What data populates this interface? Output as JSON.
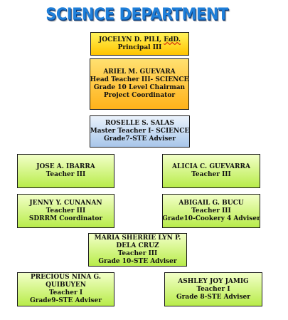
{
  "title": "SCIENCE DEPARTMENT",
  "principal": {
    "name": "JOCELYN D. PILI, ",
    "degree": "EdD.",
    "role": "Principal III"
  },
  "head": {
    "name": "ARIEL M. GUEVARA",
    "line1": "Head Teacher III- SCIENCE",
    "line2": "Grade 10 Level Chairman",
    "line3": "Project Coordinator"
  },
  "master": {
    "name": "ROSELLE S. SALAS",
    "line1": "Master Teacher I- SCIENCE",
    "line2": "Grade7-STE Adviser"
  },
  "teachers": [
    {
      "name": "JOSE A. IBARRA",
      "line1": "Teacher III",
      "line2": ""
    },
    {
      "name": "ALICIA C. GUEVARRA",
      "line1": "Teacher III",
      "line2": ""
    },
    {
      "name": "JENNY Y. CUNANAN",
      "line1": "Teacher III",
      "line2": "SDRRM Coordinator"
    },
    {
      "name": "ABIGAIL G. BUCU",
      "line1": "Teacher III",
      "line2": "Grade10-Cookery 4 Adviser"
    },
    {
      "name": "MARIA SHERRIE LYN P.",
      "name2": "DELA CRUZ",
      "line1": "Teacher III",
      "line2": "Grade 10-STE Adviser"
    },
    {
      "name": "PRECIOUS NINA G.",
      "name2": "QUIBUYEN",
      "line1": "Teacher I",
      "line2": "Grade9-STE Adviser"
    },
    {
      "name": "ASHLEY JOY JAMIG",
      "line1": "Teacher I",
      "line2": "Grade 8-STE Adviser"
    }
  ],
  "colors": {
    "title": "#1f7fd9",
    "principal_box": "#ffd21a",
    "head_box": "#ffc23a",
    "master_box": "#a8c6ea",
    "teacher_box": "#c6f060"
  }
}
